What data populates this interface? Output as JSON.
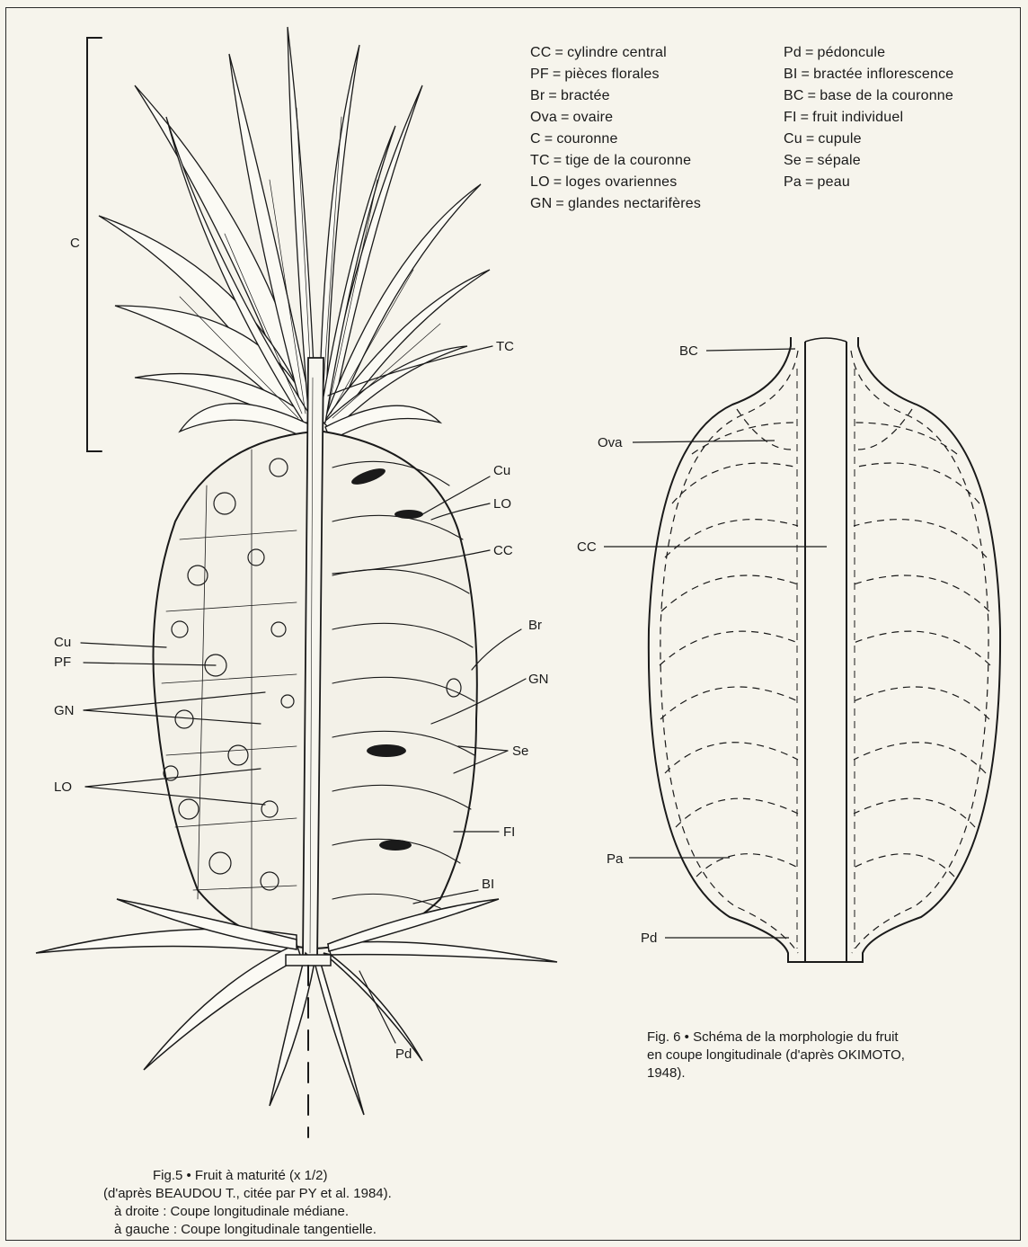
{
  "legend_left": [
    {
      "abbr": "CC",
      "eq": "=",
      "text": "cylindre central"
    },
    {
      "abbr": "PF",
      "eq": "=",
      "text": "pièces florales"
    },
    {
      "abbr": "Br",
      "eq": "=",
      "text": "bractée"
    },
    {
      "abbr": "Ova",
      "eq": "=",
      "text": "ovaire"
    },
    {
      "abbr": "C",
      "eq": "=",
      "text": "couronne"
    },
    {
      "abbr": "TC",
      "eq": "=",
      "text": "tige de la couronne"
    },
    {
      "abbr": "LO",
      "eq": "=",
      "text": "loges ovariennes"
    },
    {
      "abbr": "GN",
      "eq": "=",
      "text": "glandes nectarifères"
    }
  ],
  "legend_right": [
    {
      "abbr": "Pd",
      "eq": "=",
      "text": "pédoncule"
    },
    {
      "abbr": "BI",
      "eq": "=",
      "text": "bractée inflorescence"
    },
    {
      "abbr": "BC",
      "eq": "=",
      "text": "base de la couronne"
    },
    {
      "abbr": "FI",
      "eq": "=",
      "text": "fruit individuel"
    },
    {
      "abbr": "Cu",
      "eq": "=",
      "text": "cupule"
    },
    {
      "abbr": "Se",
      "eq": "=",
      "text": "sépale"
    },
    {
      "abbr": "Pa",
      "eq": "=",
      "text": "peau"
    }
  ],
  "fig5_labels": {
    "c": "C",
    "tc": "TC",
    "cu_right": "Cu",
    "lo_right": "LO",
    "cc": "CC",
    "br": "Br",
    "gn_right": "GN",
    "se": "Se",
    "fi": "FI",
    "bi": "BI",
    "pd": "Pd",
    "cu_left": "Cu",
    "pf": "PF",
    "gn_left": "GN",
    "lo_left": "LO"
  },
  "fig6_labels": {
    "bc": "BC",
    "ova": "Ova",
    "cc": "CC",
    "pa": "Pa",
    "pd": "Pd"
  },
  "caption_fig5": {
    "line1": "Fig.5 • Fruit à maturité  (x 1/2)",
    "line2": "(d'après BEAUDOU T., citée par PY et al. 1984).",
    "line3": "à droite :  Coupe longitudinale médiane.",
    "line4": "à gauche : Coupe longitudinale tangentielle."
  },
  "caption_fig6": {
    "line1": "Fig. 6 • Schéma de la morphologie du fruit",
    "line2": "en coupe longitudinale (d'après OKIMOTO,",
    "line3": "1948)."
  }
}
